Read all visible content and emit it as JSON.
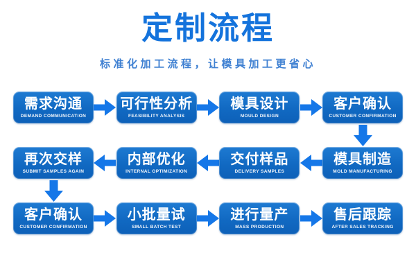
{
  "header": {
    "title": "定制流程",
    "subtitle": "标准化加工流程，让模具加工更省心"
  },
  "colors": {
    "background": "#ffffff",
    "title": "#1473dc",
    "subtitle": "#4081d2",
    "arrow": "#1577e8",
    "box_top": "#1e7ad2",
    "box_bottom": "#0d60b8",
    "box_text": "#ffffff"
  },
  "flow": {
    "rows": [
      {
        "direction": "right",
        "steps": [
          {
            "zh": "需求沟通",
            "en": "DEMAND COMMUNICATION"
          },
          {
            "zh": "可行性分析",
            "en": "FEASIBILITY ANALYSIS"
          },
          {
            "zh": "模具设计",
            "en": "MOULD DESIGN"
          },
          {
            "zh": "客户确认",
            "en": "CUSTOMER CONFIRMATION"
          }
        ]
      },
      {
        "direction": "left",
        "steps": [
          {
            "zh": "再次交样",
            "en": "SUBMIT SAMPLES AGAIN"
          },
          {
            "zh": "内部优化",
            "en": "INTERNAL OPTIMIZATION"
          },
          {
            "zh": "交付样品",
            "en": "DELIVERY SAMPLES"
          },
          {
            "zh": "模具制造",
            "en": "MOLD MANUFACTURING"
          }
        ]
      },
      {
        "direction": "right",
        "steps": [
          {
            "zh": "客户确认",
            "en": "CUSTOMER CONFIRMATION"
          },
          {
            "zh": "小批量试",
            "en": "SMALL BATCH TEST"
          },
          {
            "zh": "进行量产",
            "en": "MASS PRODUCTION"
          },
          {
            "zh": "售后跟踪",
            "en": "AFTER SALES TRACKING"
          }
        ]
      }
    ]
  }
}
